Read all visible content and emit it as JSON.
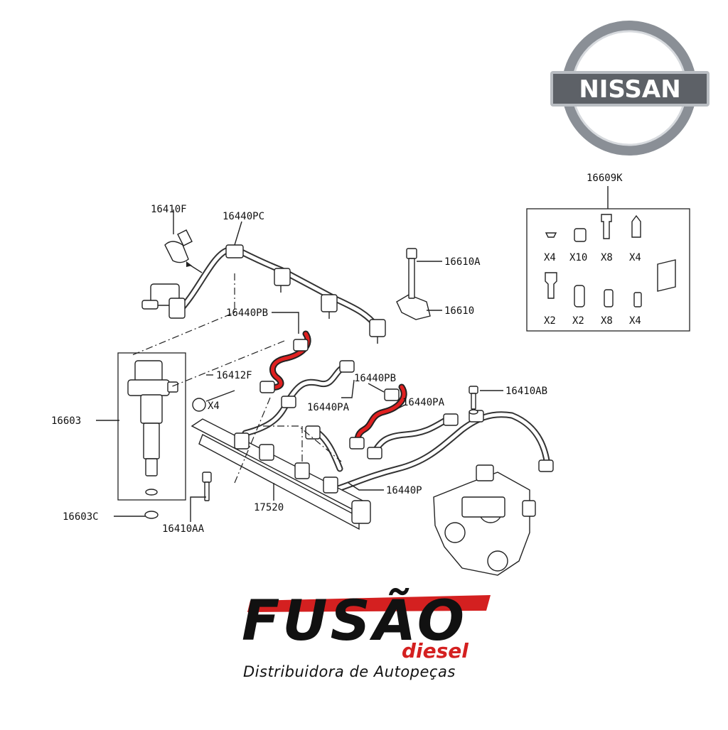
{
  "brand_logo": {
    "text": "NISSAN"
  },
  "callouts": {
    "c16410F": "16410F",
    "c16440PC": "16440PC",
    "c16610A": "16610A",
    "c16610": "16610",
    "c16440PB_top": "16440PB",
    "c16412F": "16412F",
    "cX4_oring": "X4",
    "c16440PB_mid": "16440PB",
    "c16440PA_left": "16440PA",
    "c16440PA_right": "16440PA",
    "c16410AB": "16410AB",
    "c16603": "16603",
    "c16440P": "16440P",
    "c17520": "17520",
    "c16603C": "16603C",
    "c16410AA": "16410AA",
    "c16609K": "16609K"
  },
  "kit": {
    "quantities": [
      "X4",
      "X10",
      "X8",
      "X4",
      "X2",
      "X2",
      "X8",
      "X4"
    ]
  },
  "dealer_logo": {
    "name": "FUSÃO",
    "sub": "diesel",
    "tagline": "Distribuidora de Autopeças"
  },
  "colors": {
    "highlight_pipe": "#e02020",
    "logo_red": "#d42020",
    "line": "#222222"
  }
}
